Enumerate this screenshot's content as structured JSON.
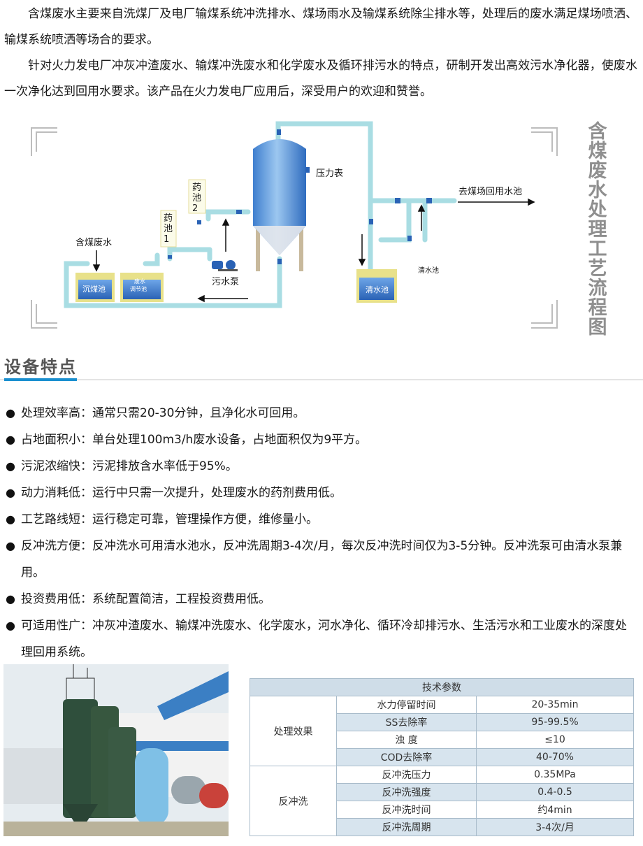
{
  "intro": {
    "para1": "含煤废水主要来自洗煤厂及电厂输煤系统冲洗排水、煤场雨水及输煤系统除尘排水等，处理后的废水满足煤场喷洒、输煤系统喷洒等场合的要求。",
    "para2": "针对火力发电厂冲灰冲渣废水、输煤冲洗废水和化学废水及循环排污水的特点，研制开发出高效污水净化器，使废水一次净化达到回用水要求。该产品在火力发电厂应用后，深受用户的欢迎和赞誉。"
  },
  "diagram": {
    "side_title": "含煤废水处理工艺流程图",
    "labels": {
      "influent": "含煤废水",
      "wash_tank": "沉煤池",
      "adjust_tank_1": "废水",
      "adjust_tank_2": "调节池",
      "dose_tank_1": "药池1",
      "dose_tank_2": "药池2",
      "pump": "污水泵",
      "gauge": "压力表",
      "outlet": "去煤场回用水池",
      "clean_tank": "清水池",
      "clean_pool_label": "清水池"
    },
    "colors": {
      "pipe": "#a9dde3",
      "vessel": "#5d9fdf",
      "tank_water": "#2d6fc0",
      "tank_wall": "#e8e18a"
    }
  },
  "section": {
    "title": "设备特点"
  },
  "features": [
    "处理效率高：通常只需20-30分钟，且净化水可回用。",
    "占地面积小：单台处理100m3/h废水设备，占地面积仅为9平方。",
    "污泥浓缩快：污泥排放含水率低于95%。",
    "动力消耗低：运行中只需一次提升，处理废水的药剂费用低。",
    "工艺路线短：运行稳定可靠，管理操作方便，维修量小。",
    "反冲洗方便：反冲洗水可用清水池水，反冲洗周期3-4次/月，每次反冲洗时间仅为3-5分钟。反冲洗泵可由清水泵兼用。",
    "投资费用低：系统配置简洁，工程投资费用低。",
    "可适用性广：冲灰冲渣废水、输煤冲洗废水、化学废水，河水净化、循环冷却排污水、生活污水和工业废水的深度处理回用系统。"
  ],
  "params": {
    "header": "技术参数",
    "groups": [
      {
        "name": "处理效果",
        "rows": [
          {
            "item": "水力停留时间",
            "value": "20-35min"
          },
          {
            "item": "SS去除率",
            "value": "95-99.5%"
          },
          {
            "item": "浊  度",
            "value": "≤10"
          },
          {
            "item": "COD去除率",
            "value": "40-70%"
          }
        ]
      },
      {
        "name": "反冲洗",
        "rows": [
          {
            "item": "反冲洗压力",
            "value": "0.35MPa"
          },
          {
            "item": "反冲洗强度",
            "value": "0.4-0.5"
          },
          {
            "item": "反冲洗时间",
            "value": "约4min"
          },
          {
            "item": "反冲洗周期",
            "value": "3-4次/月"
          }
        ]
      }
    ]
  }
}
